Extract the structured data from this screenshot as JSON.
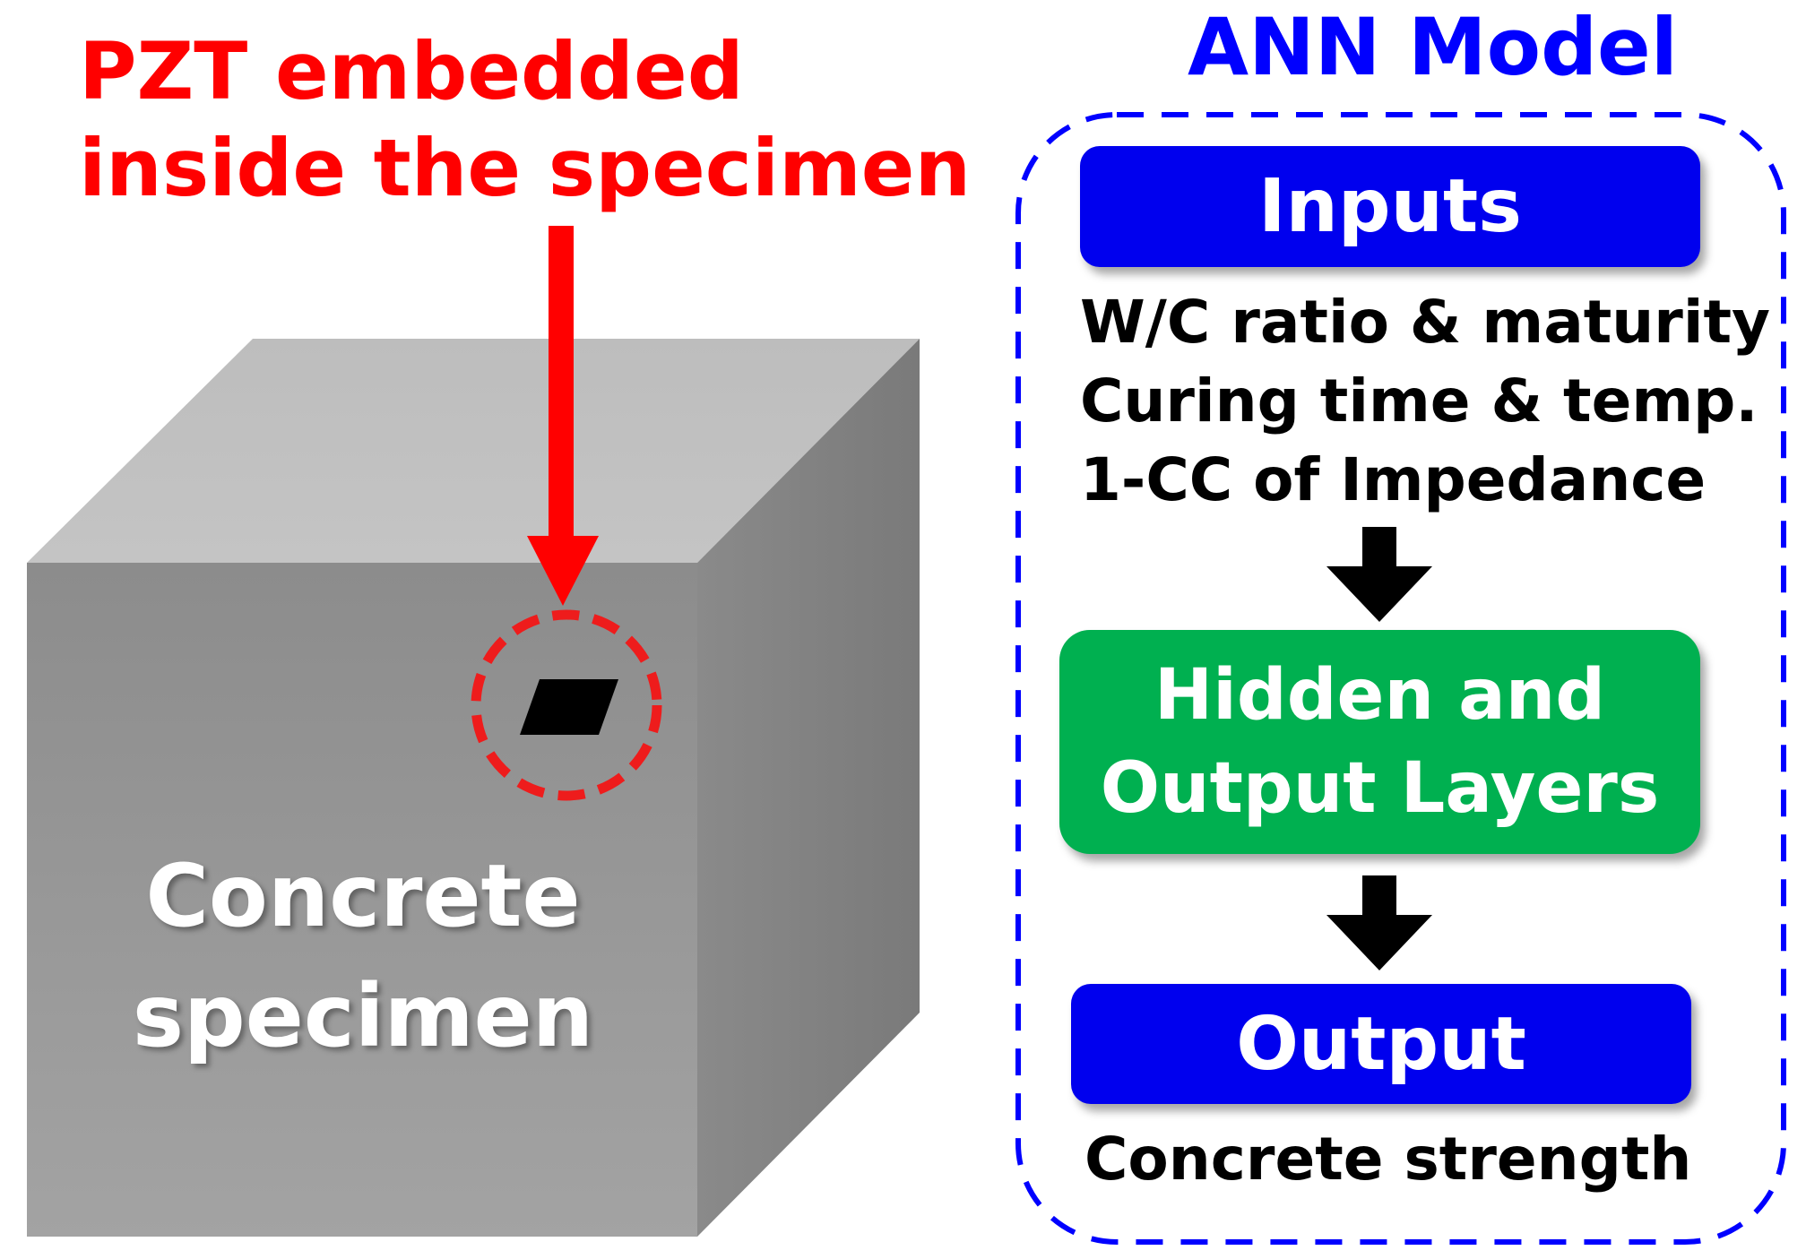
{
  "left": {
    "annotation_lines": [
      "PZT embedded",
      "inside the specimen"
    ],
    "specimen_label_lines": [
      "Concrete",
      "specimen"
    ]
  },
  "right": {
    "title": "ANN Model",
    "inputs_label": "Inputs",
    "input_items": [
      "W/C ratio & maturity",
      "Curing time & temp.",
      "1-CC of Impedance"
    ],
    "hidden_label_lines": [
      "Hidden and",
      "Output Layers"
    ],
    "output_label": "Output",
    "output_desc": "Concrete strength"
  },
  "colors": {
    "annotation_red": "#ff0000",
    "ann_blue": "#0000ff",
    "box_blue": "#0000ee",
    "box_green": "#00b050",
    "cube_top": "#c2c2c2",
    "cube_front": "#a0a0a0",
    "cube_side": "#808080"
  }
}
